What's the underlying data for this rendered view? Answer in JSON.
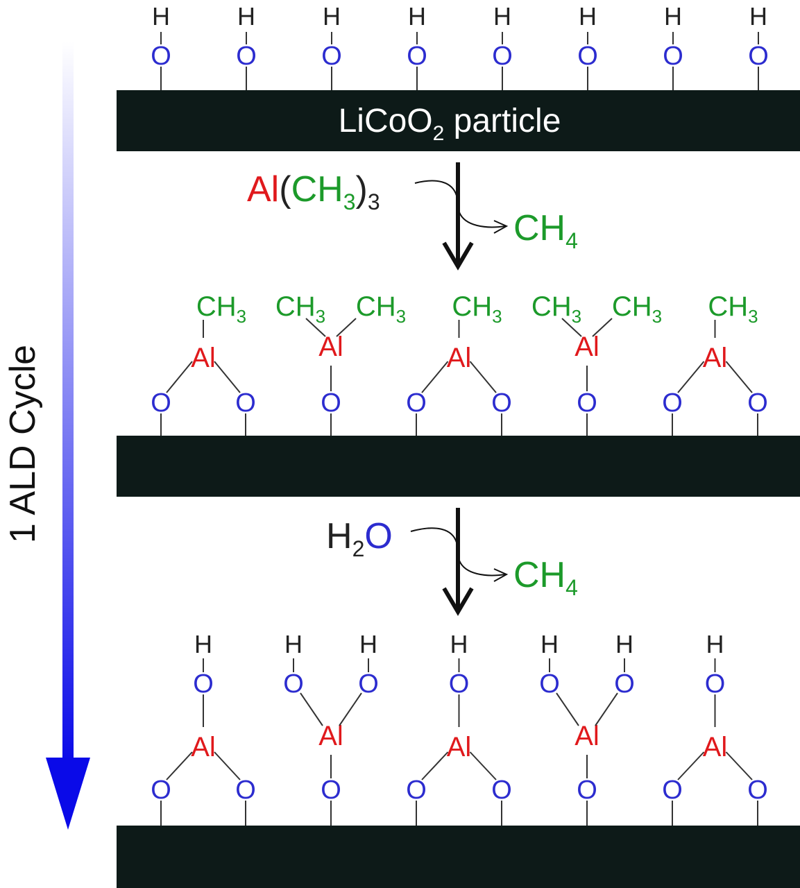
{
  "colors": {
    "background": "#ffffff",
    "substrate": "#0d1a18",
    "oxygen": "#2c2ccf",
    "aluminum": "#e0191c",
    "methyl": "#1c9a2a",
    "hydrogen": "#222222",
    "bond": "#333333",
    "arrow": "#111111",
    "cycle_arrow_top": "#ffffff",
    "cycle_arrow_bottom": "#0a0ae8",
    "label_on_substrate": "#ffffff"
  },
  "cycle_label": "1 ALD Cycle",
  "substrate_label": {
    "main": "LiCoO",
    "subscript": "2",
    "rest": " particle"
  },
  "atoms": {
    "oxygen": "O",
    "hydrogen": "H",
    "aluminum": "Al",
    "methyl": "CH",
    "methyl_subscript": "3"
  },
  "step1": {
    "reagent": {
      "metal": "Al",
      "open_paren": "(",
      "group": "CH",
      "group_subscript": "3",
      "close_paren": ")",
      "count_subscript": "3"
    },
    "byproduct": {
      "main": "CH",
      "subscript": "4"
    }
  },
  "step2": {
    "reagent": {
      "main": "H",
      "subscript": "2",
      "oxygen": "O"
    },
    "byproduct": {
      "main": "CH",
      "subscript": "4"
    }
  },
  "layers": {
    "initial": {
      "hydroxyl_sites": 8
    },
    "after_tma": {
      "sites": [
        {
          "type": "bridging",
          "methyl_groups": 1
        },
        {
          "type": "single",
          "methyl_groups": 2
        },
        {
          "type": "bridging",
          "methyl_groups": 1
        },
        {
          "type": "single",
          "methyl_groups": 2
        },
        {
          "type": "bridging",
          "methyl_groups": 1
        }
      ]
    },
    "after_water": {
      "sites": [
        {
          "type": "bridging",
          "hydroxyl_groups": 1
        },
        {
          "type": "single",
          "hydroxyl_groups": 2
        },
        {
          "type": "bridging",
          "hydroxyl_groups": 1
        },
        {
          "type": "single",
          "hydroxyl_groups": 2
        },
        {
          "type": "bridging",
          "hydroxyl_groups": 1
        }
      ]
    }
  }
}
